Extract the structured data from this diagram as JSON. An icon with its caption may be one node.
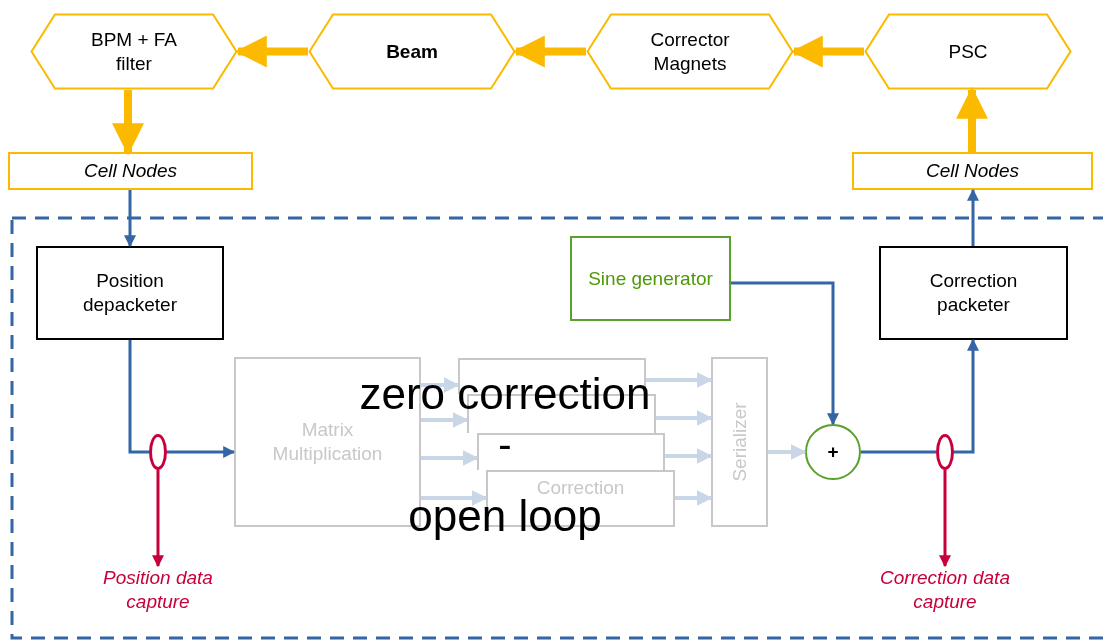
{
  "diagram": {
    "nodes": [
      {
        "text": [
          "BPM + FA filter"
        ]
      },
      {
        "text": [
          "Beam"
        ]
      },
      {
        "text": [
          "Corrector Magnets"
        ]
      },
      {
        "text": [
          "PSC"
        ]
      },
      {
        "text": [
          "Cell Nodes"
        ]
      },
      {
        "text": [
          "Cell Nodes"
        ]
      },
      {
        "text": [],
        "shape": "box"
      },
      {
        "text": [
          "Position depacketer"
        ],
        "in": 6
      },
      {
        "text": [
          "Sine generator"
        ],
        "in": 6
      },
      {
        "text": [
          "Correction packeter"
        ],
        "in": 6
      },
      {
        "text": [
          "Matrix Multiplication"
        ],
        "in": 6
      },
      {
        "text": [],
        "shape": "box",
        "in": 6
      },
      {
        "text": [],
        "shape": "box",
        "in": 6
      },
      {
        "text": [],
        "shape": "box",
        "in": 6
      },
      {
        "text": [
          "Correction"
        ],
        "in": 6
      },
      {
        "text": [
          "Serializer"
        ],
        "in": 6
      },
      {
        "text": [
          "+"
        ],
        "in": 6
      },
      {
        "text": [
          "Position data capture"
        ],
        "in": 6
      },
      {
        "text": [
          "Correction data capture"
        ],
        "in": 6
      },
      {
        "text": [],
        "shape": "ellipse",
        "in": 6
      },
      {
        "text": [],
        "shape": "ellipse",
        "in": 6
      }
    ],
    "edges": [
      {
        "from": 1,
        "to": 0,
        "arrow": "to",
        "style": "thick",
        "color": "#fbb900"
      },
      {
        "from": 2,
        "to": 1,
        "arrow": "to",
        "style": "thick",
        "color": "#fbb900"
      },
      {
        "from": 3,
        "to": 2,
        "arrow": "to",
        "style": "thick",
        "color": "#fbb900"
      },
      {
        "from": 0,
        "to": 4,
        "arrow": "to",
        "style": "thick",
        "color": "#fbb900"
      },
      {
        "from": 5,
        "to": 3,
        "arrow": "to",
        "style": "thick",
        "color": "#fbb900"
      },
      {
        "from": 4,
        "to": 7,
        "arrow": "to",
        "color": "#3465a4"
      },
      {
        "from": 7,
        "to": 19,
        "arrow": "none",
        "color": "#3465a4"
      },
      {
        "from": 8,
        "to": 16,
        "arrow": "to",
        "color": "#3465a4"
      },
      {
        "from": 16,
        "to": 20,
        "arrow": "none",
        "color": "#3465a4"
      },
      {
        "from": 9,
        "to": 5,
        "arrow": "to",
        "color": "#3465a4"
      },
      {
        "from": 10,
        "to": 11,
        "arrow": "to"
      },
      {
        "from": 10,
        "to": 12,
        "arrow": "to"
      },
      {
        "from": 10,
        "to": 13,
        "arrow": "to"
      },
      {
        "from": 10,
        "to": 14,
        "arrow": "to"
      },
      {
        "from": 11,
        "to": 15,
        "arrow": "to"
      },
      {
        "from": 12,
        "to": 15,
        "arrow": "to"
      },
      {
        "from": 13,
        "to": 15,
        "arrow": "to"
      },
      {
        "from": 14,
        "to": 15,
        "arrow": "to"
      },
      {
        "from": 15,
        "to": 16,
        "arrow": "to"
      },
      {
        "from": 19,
        "to": 17,
        "arrow": "to",
        "color": "#c7003c"
      },
      {
        "from": 20,
        "to": 18,
        "arrow": "to",
        "color": "#c7003c"
      },
      {
        "from": 19,
        "to": 10,
        "arrow": "to",
        "color": "#3465a4"
      },
      {
        "from": 20,
        "to": 9,
        "arrow": "to",
        "color": "#3465a4"
      }
    ],
    "labels": [
      "zero correction",
      "-",
      "open loop"
    ]
  }
}
